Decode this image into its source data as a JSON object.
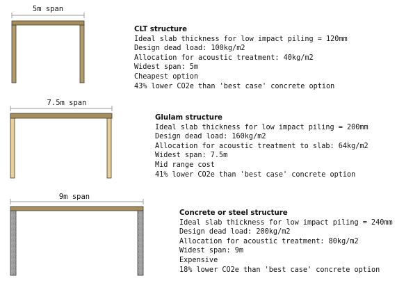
{
  "colors": {
    "beam": "#a78d5a",
    "clt_post": "#b39b66",
    "glulam_post": "#e9cf96",
    "concrete_post": "#a1a1a1",
    "dimension_line": "#9b9b9b",
    "outline": "#3a3a3a"
  },
  "options": [
    {
      "span_label": "5m span",
      "title": "CLT structure",
      "lines": [
        "Ideal slab thickness for low impact piling = 120mm",
        "Design dead load: 100kg/m2",
        "Allocation for acoustic treatment: 40kg/m2",
        "Widest span: 5m",
        "Cheapest option",
        "43% lower CO2e than 'best case' concrete option"
      ]
    },
    {
      "span_label": "7.5m span",
      "title": "Glulam structure",
      "lines": [
        "Ideal slab thickness for low impact piling = 200mm",
        "Design dead load: 160kg/m2",
        "Allocation for acoustic treatment to slab: 64kg/m2",
        "Widest span: 7.5m",
        "Mid range cost",
        "41% lower CO2e than 'best case' concrete option"
      ]
    },
    {
      "span_label": "9m span",
      "title": "Concrete or steel structure",
      "lines": [
        "Ideal slab thickness for low impact piling = 240mm",
        "Design dead load: 200kg/m2",
        "Allocation for acoustic treatment: 80kg/m2",
        "Widest span: 9m",
        "Expensive",
        "18% lower CO2e than 'best case' concrete option"
      ]
    }
  ]
}
